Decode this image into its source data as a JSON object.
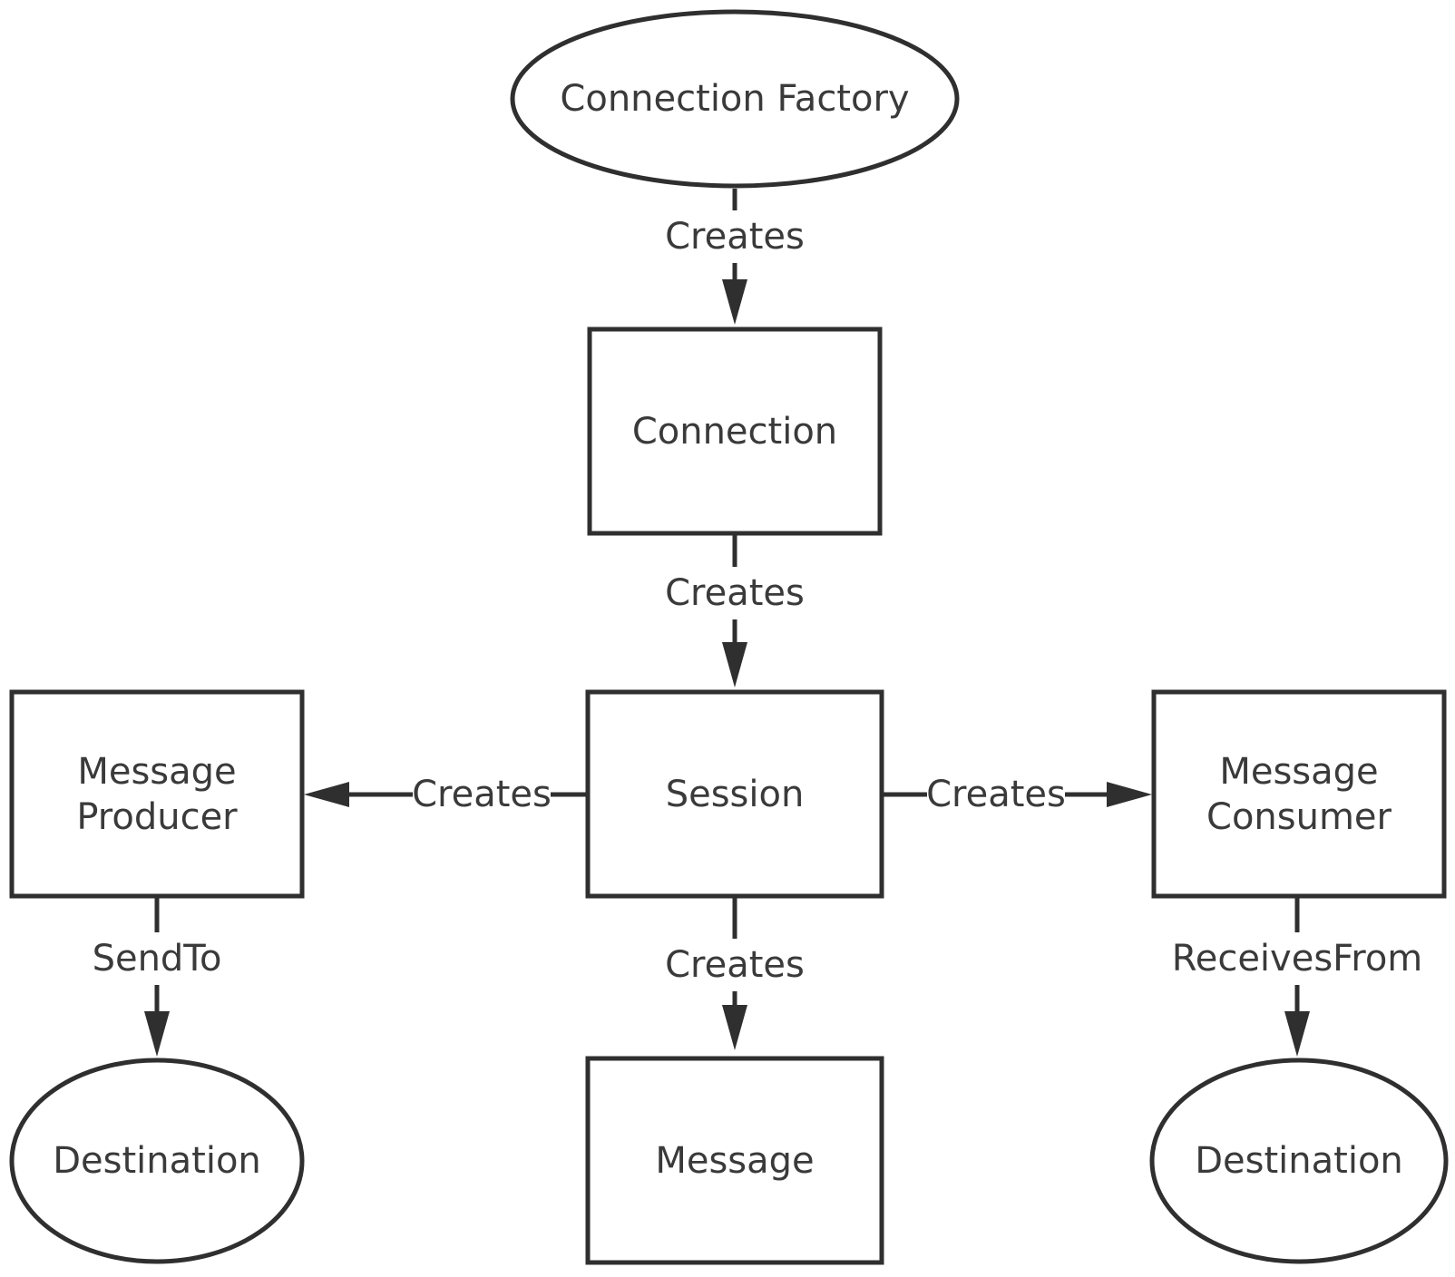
{
  "diagram": {
    "nodes": {
      "connection_factory": "Connection Factory",
      "connection": "Connection",
      "session": "Session",
      "message_producer": [
        "Message",
        "Producer"
      ],
      "message_consumer": [
        "Message",
        "Consumer"
      ],
      "message": "Message",
      "destination_left": "Destination",
      "destination_right": "Destination"
    },
    "edges": {
      "factory_to_connection": "Creates",
      "connection_to_session": "Creates",
      "session_to_producer": "Creates",
      "session_to_consumer": "Creates",
      "session_to_message": "Creates",
      "producer_to_destination": "SendTo",
      "consumer_to_destination": "ReceivesFrom"
    }
  }
}
